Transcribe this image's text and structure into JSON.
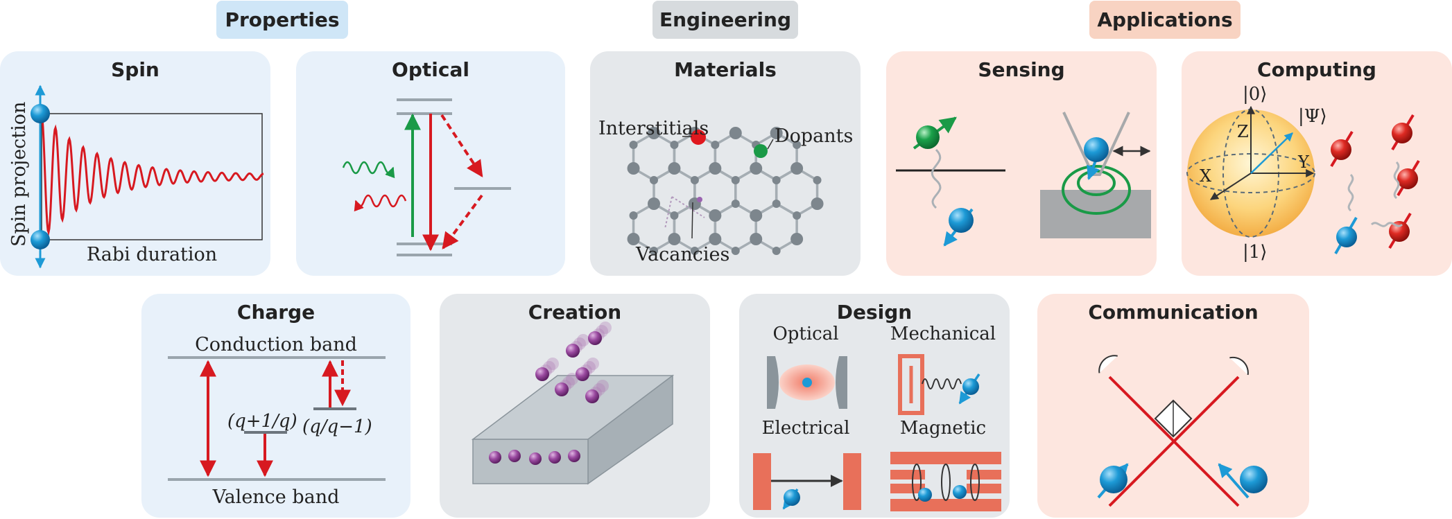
{
  "headers": {
    "properties": "Properties",
    "engineering": "Engineering",
    "applications": "Applications"
  },
  "colors": {
    "properties_bg": "#cfe6f7",
    "engineering_bg": "#d7dbde",
    "applications_bg": "#f8d3c2",
    "blue_panel": "#e8f1fa",
    "gray_panel": "#e5e8eb",
    "pink_panel": "#fde6df",
    "red": "#d71920",
    "green": "#1a9a47",
    "spin_blue": "#1d9ad6",
    "purple": "#8b3a8f",
    "salmon": "#e8705a"
  },
  "panels": {
    "spin": {
      "title": "Spin",
      "ylabel": "Spin projection",
      "xlabel": "Rabi duration"
    },
    "optical": {
      "title": "Optical"
    },
    "materials": {
      "title": "Materials",
      "label_interstitials": "Interstitials",
      "label_dopants": "Dopants",
      "label_vacancies": "Vacancies"
    },
    "sensing": {
      "title": "Sensing"
    },
    "computing": {
      "title": "Computing",
      "ket0": "|0⟩",
      "ket1": "|1⟩",
      "psi": "|Ψ⟩",
      "axis_z": "Z",
      "axis_x": "X",
      "axis_y": "Y"
    },
    "charge": {
      "title": "Charge",
      "conduction": "Conduction band",
      "valence": "Valence band",
      "level1": "(q+1/q)",
      "level2": "(q/q−1)"
    },
    "creation": {
      "title": "Creation"
    },
    "design": {
      "title": "Design",
      "optical": "Optical",
      "mechanical": "Mechanical",
      "electrical": "Electrical",
      "magnetic": "Magnetic"
    },
    "communication": {
      "title": "Communication"
    }
  }
}
